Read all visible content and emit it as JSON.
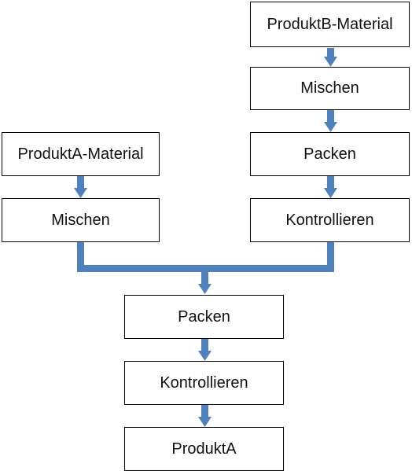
{
  "diagram": {
    "type": "flowchart",
    "arrow_color": "#4f81bd",
    "nodes": {
      "produktb_material": "ProduktB-Material",
      "b_mischen": "Mischen",
      "b_packen": "Packen",
      "b_kontrollieren": "Kontrollieren",
      "produkta_material": "ProduktA-Material",
      "a_mischen": "Mischen",
      "packen": "Packen",
      "kontrollieren": "Kontrollieren",
      "produkta": "ProduktA"
    },
    "edges": [
      [
        "produktb_material",
        "b_mischen"
      ],
      [
        "b_mischen",
        "b_packen"
      ],
      [
        "b_packen",
        "b_kontrollieren"
      ],
      [
        "produkta_material",
        "a_mischen"
      ],
      [
        "a_mischen",
        "packen"
      ],
      [
        "b_kontrollieren",
        "packen"
      ],
      [
        "packen",
        "kontrollieren"
      ],
      [
        "kontrollieren",
        "produkta"
      ]
    ]
  }
}
